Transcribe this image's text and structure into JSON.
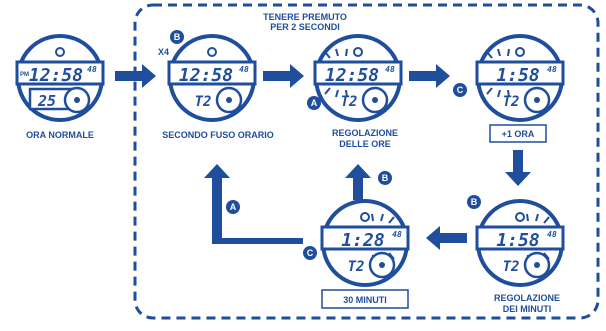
{
  "colors": {
    "ink": "#1f4e9c",
    "background": "#ffffff"
  },
  "instruction": {
    "line1": "TENERE PREMUTO",
    "line2": "PER 2 SECONDI"
  },
  "steps": [
    {
      "label_lines": [
        "ORA NORMALE"
      ],
      "display_top": "12:58",
      "display_seconds": "48",
      "display_prefix": "PM",
      "display_bottom": "25",
      "boxed": false
    },
    {
      "label_lines": [
        "SECONDO FUSO ORARIO"
      ],
      "display_top": "12:58",
      "display_seconds": "48",
      "display_prefix": "",
      "display_bottom": "T2",
      "boxed": false
    },
    {
      "label_lines": [
        "REGOLAZIONE",
        "DELLE ORE"
      ],
      "display_top": "12:58",
      "display_seconds": "48",
      "display_prefix": "",
      "display_bottom": "T2",
      "boxed": false
    },
    {
      "label_lines": [
        "+1 ORA"
      ],
      "display_top": "1:58",
      "display_seconds": "48",
      "display_prefix": "",
      "display_bottom": "T2",
      "boxed": true
    },
    {
      "label_lines": [
        "REGOLAZIONE",
        "DEI MINUTI"
      ],
      "display_top": "1:58",
      "display_seconds": "48",
      "display_prefix": "",
      "display_bottom": "T2",
      "boxed": false
    },
    {
      "label_lines": [
        "30 MINUTI"
      ],
      "display_top": "1:28",
      "display_seconds": "48",
      "display_prefix": "",
      "display_bottom": "T2",
      "boxed": true
    }
  ],
  "buttons": {
    "a": "A",
    "b": "B",
    "c": "C",
    "press_count": "X4"
  }
}
